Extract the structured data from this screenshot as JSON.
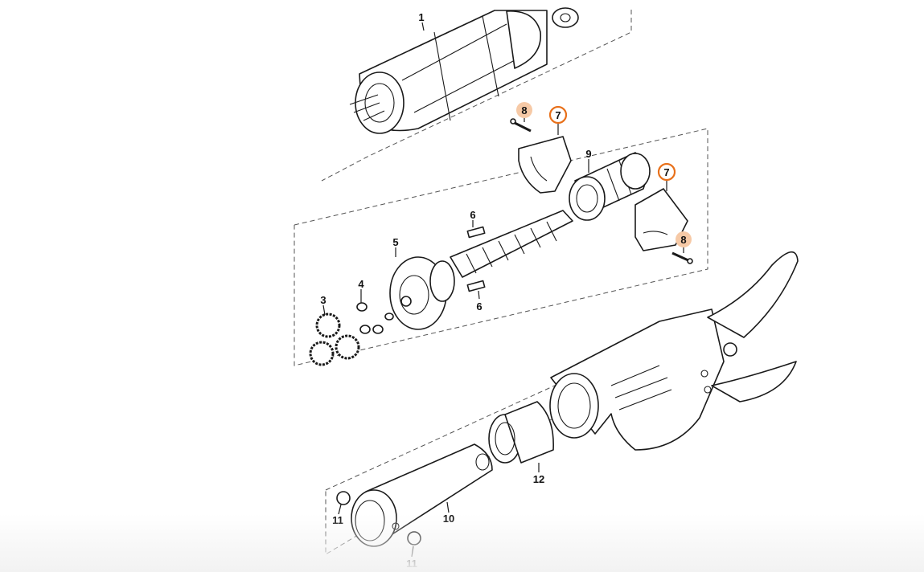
{
  "colors": {
    "line": "#1a1a1a",
    "highlight_selected": "#e8701a",
    "highlight_related": "#f6c9a6"
  },
  "callouts": {
    "c1": "1",
    "c3": "3",
    "c4": "4",
    "c5": "5",
    "c6a": "6",
    "c6b": "6",
    "c7a": "7",
    "c7b": "7",
    "c8a": "8",
    "c8b": "8",
    "c9": "9",
    "c10": "10",
    "c11a": "11",
    "c11b": "11",
    "c12": "12"
  }
}
